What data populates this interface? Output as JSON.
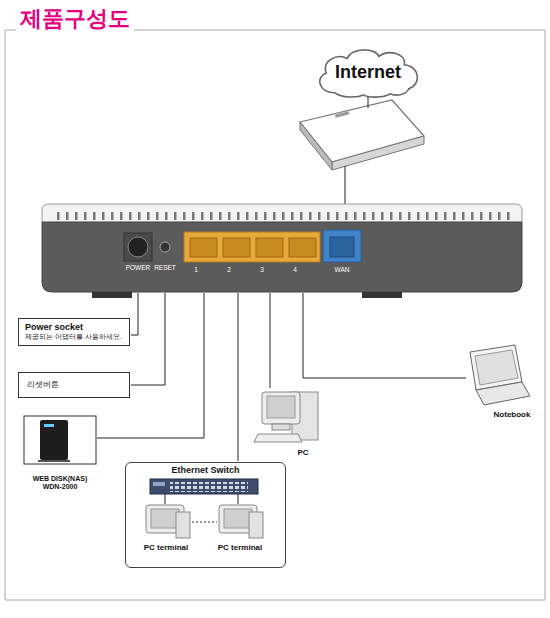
{
  "diagram": {
    "title": "제품구성도",
    "nodes": [
      {
        "text": [
          "Internet"
        ]
      },
      {
        "text": [
          "Power socket",
          "제공되는 어댑터를 사용하세요."
        ]
      },
      {
        "text": [
          "리셋버튼"
        ]
      },
      {
        "text": [
          "WEB DISK(NAS) WDN-2000"
        ]
      },
      {
        "text": [
          "Ethernet Switch"
        ]
      }
    ],
    "labels": [
      "POWER",
      "RESET",
      "1",
      "2",
      "3",
      "4",
      "WAN",
      "PC",
      "Notebook",
      "PC terminal",
      "PC terminal"
    ]
  }
}
